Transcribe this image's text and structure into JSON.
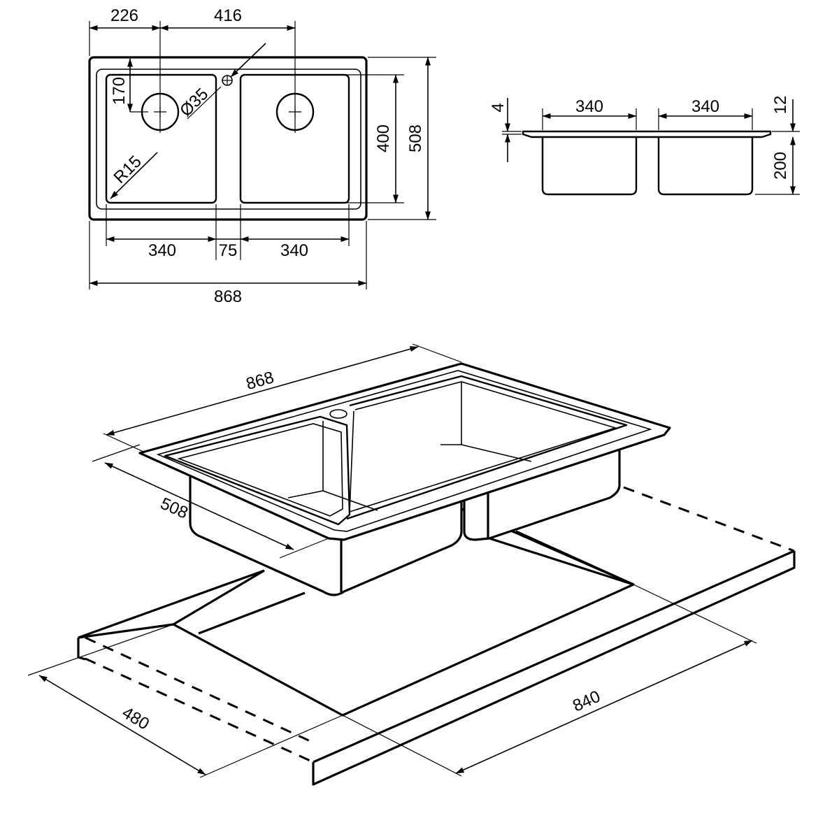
{
  "top_view": {
    "dim_left_offset": "226",
    "dim_hole_spacing": "416",
    "dim_hole_depth": "170",
    "dim_hole_diameter": "Ø35",
    "dim_corner_radius": "R15",
    "dim_bowl_depth": "400",
    "dim_overall_depth": "508",
    "dim_left_bowl_width": "340",
    "dim_divider": "75",
    "dim_right_bowl_width": "340",
    "dim_overall_width": "868"
  },
  "side_view": {
    "dim_flange": "4",
    "dim_left_bowl": "340",
    "dim_right_bowl": "340",
    "dim_rim": "12",
    "dim_bowl_height": "200"
  },
  "perspective_view": {
    "dim_sink_width": "868",
    "dim_sink_depth": "508",
    "dim_cutout_depth": "480",
    "dim_cutout_width": "840"
  }
}
